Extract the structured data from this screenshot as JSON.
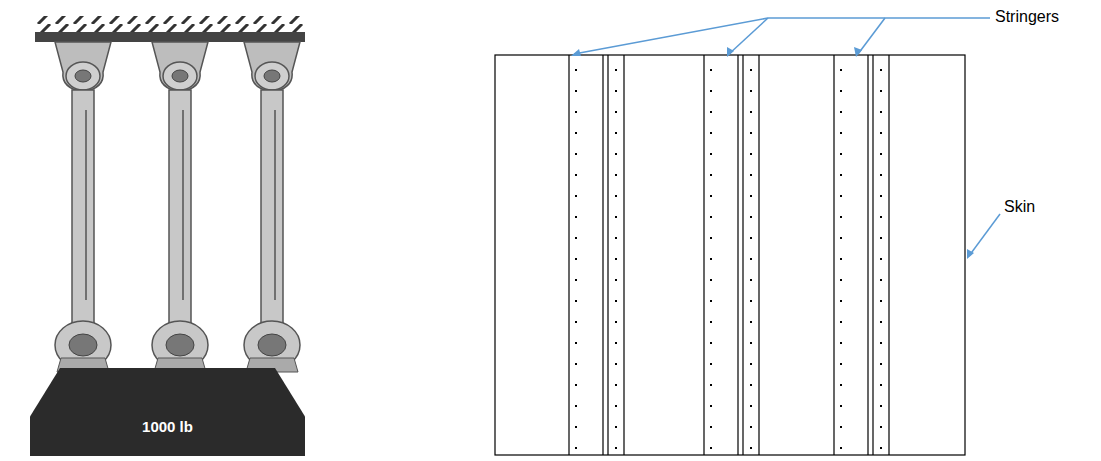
{
  "diagram": {
    "nodes": [
      {
        "text": [
          "1000 lb"
        ]
      }
    ],
    "labels": [
      "Stringers",
      "Skin"
    ]
  }
}
